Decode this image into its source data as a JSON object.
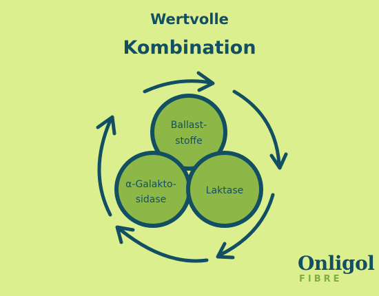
{
  "title": {
    "line1": "Wertvolle",
    "line2": "Kombination"
  },
  "nodes": [
    {
      "id": "ballaststoffe",
      "lines": [
        "Ballast-",
        "stoffe"
      ]
    },
    {
      "id": "galaktosidase",
      "lines": [
        "α-Galakto-",
        "sidase"
      ]
    },
    {
      "id": "laktase",
      "lines": [
        "Laktase"
      ]
    }
  ],
  "logo": {
    "word": "Onligol",
    "sub": "FIBRE"
  },
  "colors": {
    "background": "#dcef8e",
    "circle_fill": "#8db848",
    "circle_stroke": "#134f63",
    "text": "#134f63",
    "logo_sub": "#7fae3d"
  },
  "icons": [
    "cycle-arrow-icon"
  ]
}
